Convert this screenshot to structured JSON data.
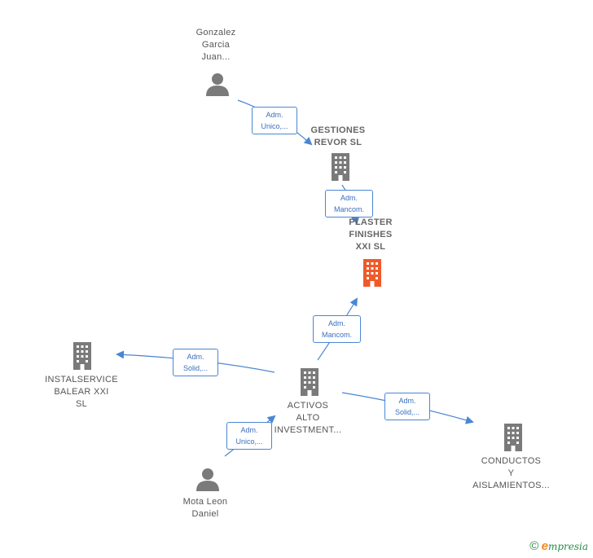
{
  "nodes": {
    "gonzalez": {
      "lines": [
        "Gonzalez",
        "Garcia",
        "Juan..."
      ]
    },
    "gestiones": {
      "lines": [
        "GESTIONES",
        "REVOR  SL"
      ]
    },
    "plaster": {
      "lines": [
        "PLASTER",
        "FINISHES",
        "XXI  SL"
      ]
    },
    "instalservice": {
      "lines": [
        "INSTALSERVICE",
        "BALEAR XXI",
        "SL"
      ]
    },
    "activos": {
      "lines": [
        "ACTIVOS",
        "ALTO",
        "INVESTMENT..."
      ]
    },
    "conductos": {
      "lines": [
        "CONDUCTOS",
        "Y",
        "AISLAMIENTOS..."
      ]
    },
    "mota": {
      "lines": [
        "Mota Leon",
        "Daniel"
      ]
    }
  },
  "edges": {
    "e1": {
      "lines": [
        "Adm.",
        "Unico,..."
      ]
    },
    "e2": {
      "lines": [
        "Adm.",
        "Mancom."
      ]
    },
    "e3": {
      "lines": [
        "Adm.",
        "Mancom."
      ]
    },
    "e4": {
      "lines": [
        "Adm.",
        "Solid,..."
      ]
    },
    "e5": {
      "lines": [
        "Adm.",
        "Solid,..."
      ]
    },
    "e6": {
      "lines": [
        "Adm.",
        "Unico,..."
      ]
    }
  },
  "colors": {
    "accent": "#4a86d4",
    "building": "#7a7a7a",
    "highlight": "#f05a28",
    "person": "#7a7a7a"
  },
  "brand": {
    "copyright": "©",
    "e": "e",
    "rest": "mpresia"
  }
}
